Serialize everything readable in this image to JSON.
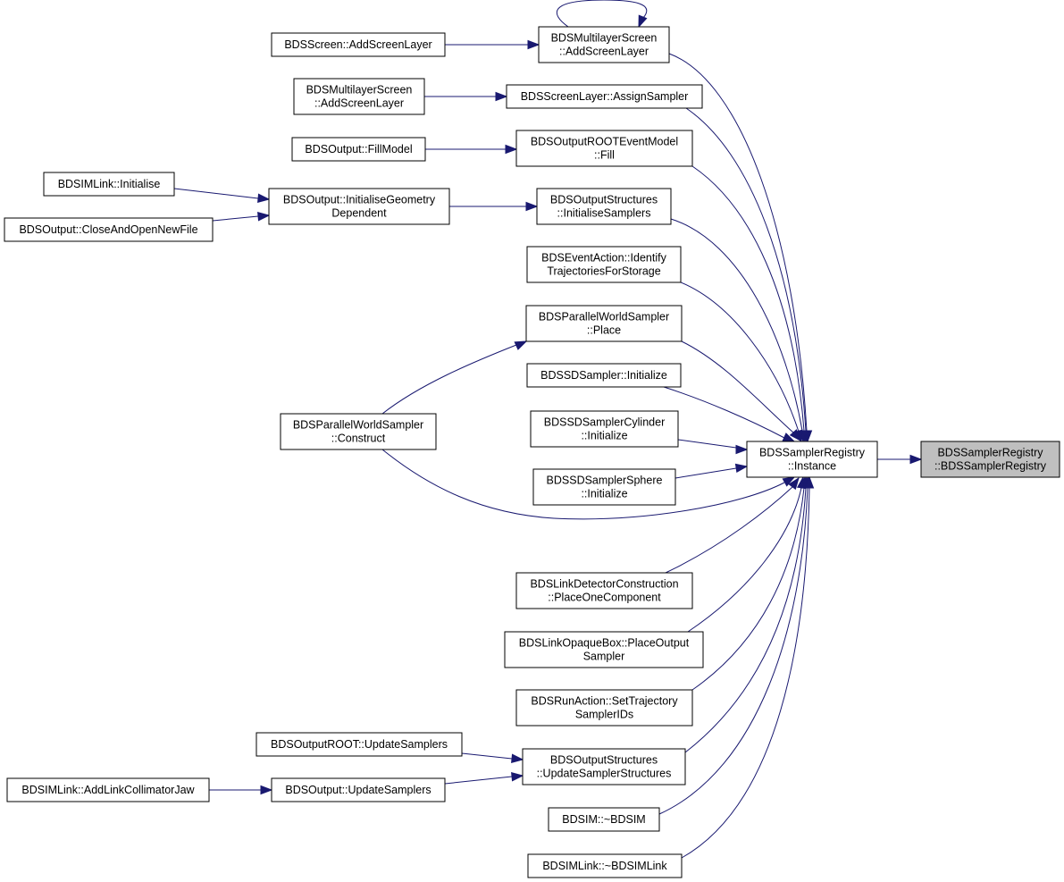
{
  "graph": {
    "direction": "callers",
    "edge_color": "#191970",
    "selected_fill": "#bfbfbf",
    "nodes": [
      {
        "id": "target",
        "lines": [
          "BDSSamplerRegistry",
          "::BDSSamplerRegistry"
        ],
        "selected": true
      },
      {
        "id": "instance",
        "lines": [
          "BDSSamplerRegistry",
          "::Instance"
        ]
      },
      {
        "id": "ml_add",
        "lines": [
          "BDSMultilayerScreen",
          "::AddScreenLayer"
        ]
      },
      {
        "id": "scr_add",
        "lines": [
          "BDSScreen::AddScreenLayer"
        ]
      },
      {
        "id": "sl_assign",
        "lines": [
          "BDSScreenLayer::AssignSampler"
        ]
      },
      {
        "id": "ml_add2",
        "lines": [
          "BDSMultilayerScreen",
          "::AddScreenLayer"
        ]
      },
      {
        "id": "root_fill",
        "lines": [
          "BDSOutputROOTEventModel",
          "::Fill"
        ]
      },
      {
        "id": "out_fillmodel",
        "lines": [
          "BDSOutput::FillModel"
        ]
      },
      {
        "id": "os_init",
        "lines": [
          "BDSOutputStructures",
          "::InitialiseSamplers"
        ]
      },
      {
        "id": "out_initgeom",
        "lines": [
          "BDSOutput::InitialiseGeometry",
          "Dependent"
        ]
      },
      {
        "id": "link_init",
        "lines": [
          "BDSIMLink::Initialise"
        ]
      },
      {
        "id": "out_close",
        "lines": [
          "BDSOutput::CloseAndOpenNewFile"
        ]
      },
      {
        "id": "ea_ident",
        "lines": [
          "BDSEventAction::Identify",
          "TrajectoriesForStorage"
        ]
      },
      {
        "id": "pws_place",
        "lines": [
          "BDSParallelWorldSampler",
          "::Place"
        ]
      },
      {
        "id": "pws_construct",
        "lines": [
          "BDSParallelWorldSampler",
          "::Construct"
        ]
      },
      {
        "id": "sd_init",
        "lines": [
          "BDSSDSampler::Initialize"
        ]
      },
      {
        "id": "sdcyl_init",
        "lines": [
          "BDSSDSamplerCylinder",
          "::Initialize"
        ]
      },
      {
        "id": "sdsph_init",
        "lines": [
          "BDSSDSamplerSphere",
          "::Initialize"
        ]
      },
      {
        "id": "ldc_place",
        "lines": [
          "BDSLinkDetectorConstruction",
          "::PlaceOneComponent"
        ]
      },
      {
        "id": "lob_place",
        "lines": [
          "BDSLinkOpaqueBox::PlaceOutput",
          "Sampler"
        ]
      },
      {
        "id": "ra_set",
        "lines": [
          "BDSRunAction::SetTrajectory",
          "SamplerIDs"
        ]
      },
      {
        "id": "os_update",
        "lines": [
          "BDSOutputStructures",
          "::UpdateSamplerStructures"
        ]
      },
      {
        "id": "root_update",
        "lines": [
          "BDSOutputROOT::UpdateSamplers"
        ]
      },
      {
        "id": "out_update",
        "lines": [
          "BDSOutput::UpdateSamplers"
        ]
      },
      {
        "id": "link_jaw",
        "lines": [
          "BDSIMLink::AddLinkCollimatorJaw"
        ]
      },
      {
        "id": "bdsim_dtor",
        "lines": [
          "BDSIM::~BDSIM"
        ]
      },
      {
        "id": "link_dtor",
        "lines": [
          "BDSIMLink::~BDSIMLink"
        ]
      }
    ],
    "edges": [
      {
        "from": "instance",
        "to": "target"
      },
      {
        "from": "ml_add",
        "to": "instance"
      },
      {
        "from": "ml_add",
        "to": "ml_add"
      },
      {
        "from": "scr_add",
        "to": "ml_add"
      },
      {
        "from": "sl_assign",
        "to": "instance"
      },
      {
        "from": "ml_add2",
        "to": "sl_assign"
      },
      {
        "from": "root_fill",
        "to": "instance"
      },
      {
        "from": "out_fillmodel",
        "to": "root_fill"
      },
      {
        "from": "os_init",
        "to": "instance"
      },
      {
        "from": "out_initgeom",
        "to": "os_init"
      },
      {
        "from": "link_init",
        "to": "out_initgeom"
      },
      {
        "from": "out_close",
        "to": "out_initgeom"
      },
      {
        "from": "ea_ident",
        "to": "instance"
      },
      {
        "from": "pws_place",
        "to": "instance"
      },
      {
        "from": "pws_construct",
        "to": "pws_place"
      },
      {
        "from": "pws_construct",
        "to": "instance"
      },
      {
        "from": "sd_init",
        "to": "instance"
      },
      {
        "from": "sdcyl_init",
        "to": "instance"
      },
      {
        "from": "sdsph_init",
        "to": "instance"
      },
      {
        "from": "ldc_place",
        "to": "instance"
      },
      {
        "from": "lob_place",
        "to": "instance"
      },
      {
        "from": "ra_set",
        "to": "instance"
      },
      {
        "from": "os_update",
        "to": "instance"
      },
      {
        "from": "root_update",
        "to": "os_update"
      },
      {
        "from": "out_update",
        "to": "os_update"
      },
      {
        "from": "link_jaw",
        "to": "out_update"
      },
      {
        "from": "bdsim_dtor",
        "to": "instance"
      },
      {
        "from": "link_dtor",
        "to": "instance"
      }
    ]
  }
}
